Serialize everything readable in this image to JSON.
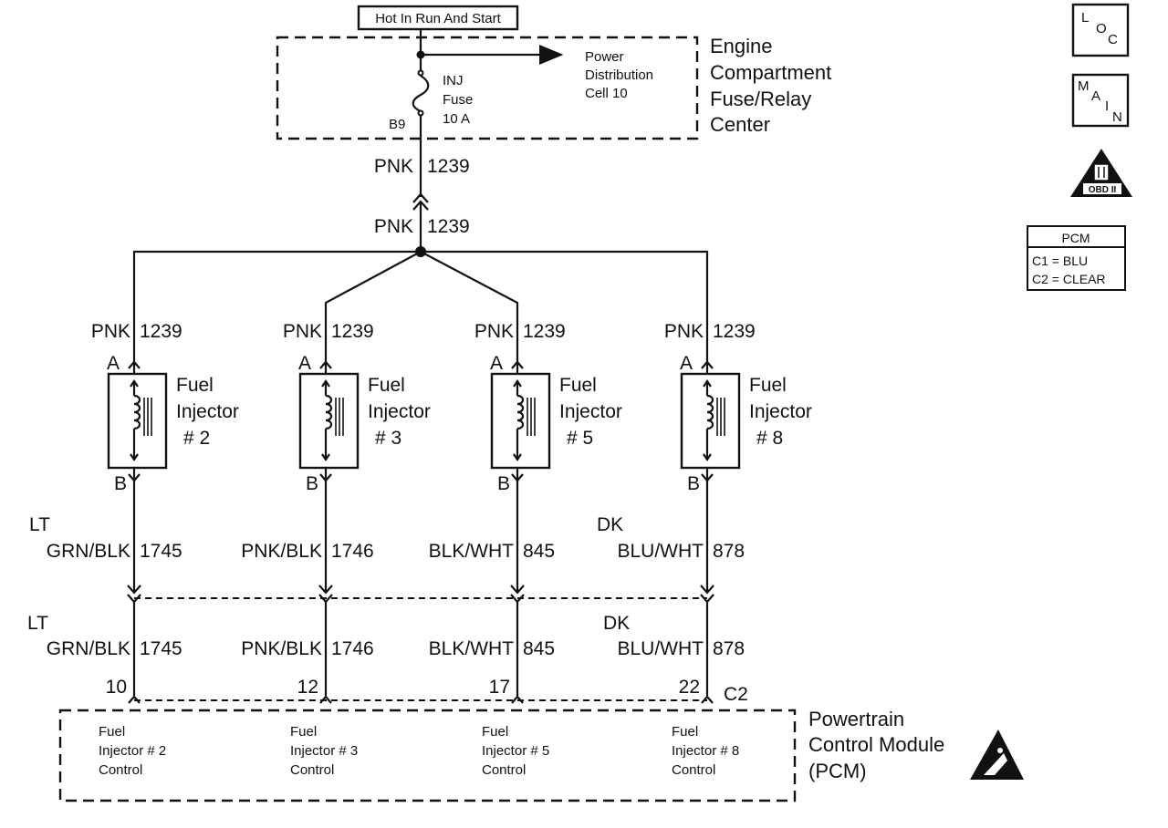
{
  "header": {
    "power_label": "Hot In Run And Start"
  },
  "fuse_center": {
    "title_lines": [
      "Engine",
      "Compartment",
      "Fuse/Relay",
      "Center"
    ],
    "fuse_label_lines": [
      "INJ",
      "Fuse",
      "10 A"
    ],
    "fuse_terminal": "B9",
    "distribution_lines": [
      "Power",
      "Distribution",
      "Cell 10"
    ]
  },
  "feed_wire": {
    "top": {
      "color": "PNK",
      "circuit": "1239"
    },
    "below_connector": {
      "color": "PNK",
      "circuit": "1239"
    }
  },
  "injectors": [
    {
      "supply_color": "PNK",
      "supply_circuit": "1239",
      "term_a": "A",
      "term_b": "B",
      "name_lines": [
        "Fuel",
        "Injector",
        "# 2"
      ],
      "ctrl_color_lines": [
        "LT",
        "GRN/BLK"
      ],
      "ctrl_circuit": "1745",
      "pcm_color_lines": [
        "LT",
        "GRN/BLK"
      ],
      "pcm_circuit": "1745",
      "pcm_pin": "10",
      "pcm_func_lines": [
        "Fuel",
        "Injector # 2",
        "Control"
      ]
    },
    {
      "supply_color": "PNK",
      "supply_circuit": "1239",
      "term_a": "A",
      "term_b": "B",
      "name_lines": [
        "Fuel",
        "Injector",
        "# 3"
      ],
      "ctrl_color_lines": [
        "",
        "PNK/BLK"
      ],
      "ctrl_circuit": "1746",
      "pcm_color_lines": [
        "",
        "PNK/BLK"
      ],
      "pcm_circuit": "1746",
      "pcm_pin": "12",
      "pcm_func_lines": [
        "Fuel",
        "Injector # 3",
        "Control"
      ]
    },
    {
      "supply_color": "PNK",
      "supply_circuit": "1239",
      "term_a": "A",
      "term_b": "B",
      "name_lines": [
        "Fuel",
        "Injector",
        "# 5"
      ],
      "ctrl_color_lines": [
        "",
        "BLK/WHT"
      ],
      "ctrl_circuit": "845",
      "pcm_color_lines": [
        "",
        "BLK/WHT"
      ],
      "pcm_circuit": "845",
      "pcm_pin": "17",
      "pcm_func_lines": [
        "Fuel",
        "Injector # 5",
        "Control"
      ]
    },
    {
      "supply_color": "PNK",
      "supply_circuit": "1239",
      "term_a": "A",
      "term_b": "B",
      "name_lines": [
        "Fuel",
        "Injector",
        "# 8"
      ],
      "ctrl_color_lines": [
        "DK",
        "BLU/WHT"
      ],
      "ctrl_circuit": "878",
      "pcm_color_lines": [
        "DK",
        "BLU/WHT"
      ],
      "pcm_circuit": "878",
      "pcm_pin": "22",
      "pcm_func_lines": [
        "Fuel",
        "Injector # 8",
        "Control"
      ]
    }
  ],
  "pcm": {
    "connector": "C2",
    "title_lines": [
      "Powertrain",
      "Control Module",
      "(PCM)"
    ]
  },
  "legend": {
    "loc_letters": [
      "L",
      "O",
      "C"
    ],
    "main_letters": [
      "M",
      "A",
      "I",
      "N"
    ],
    "obd_label": "OBD II",
    "pcm_table_title": "PCM",
    "pcm_table_rows": [
      "C1 = BLU",
      "C2 = CLEAR"
    ]
  },
  "icons": [
    "esd-warning-icon",
    "obd-ii-icon",
    "coil-icon"
  ]
}
